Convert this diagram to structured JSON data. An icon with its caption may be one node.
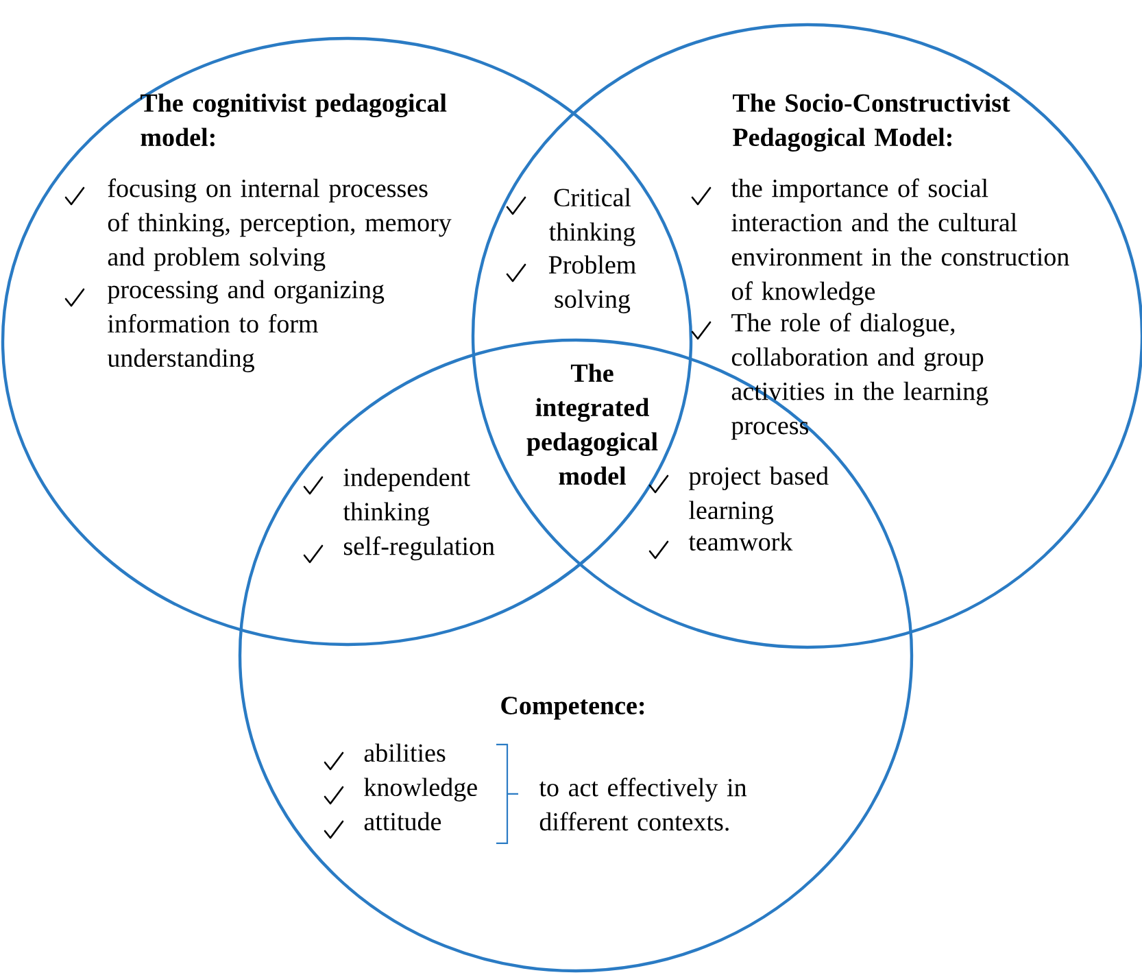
{
  "diagram": {
    "nodes": [
      {
        "text": [
          "The cognitivist pedagogical model:",
          "focusing on internal processes of thinking, perception, memory and problem solving",
          "processing and organizing information to form understanding"
        ]
      },
      {
        "text": [
          "The Socio-Constructivist Pedagogical Model:",
          "the importance of social interaction and the cultural environment in the construction of knowledge",
          "The role of dialogue, collaboration and group activities in the learning process"
        ]
      },
      {
        "text": [
          "Competence:",
          "abilities",
          "knowledge",
          "attitude"
        ]
      }
    ],
    "labels": [
      "Critical thinking",
      "Problem solving",
      "The integrated pedagogical model",
      "independent thinking",
      "self-regulation",
      "project based learning",
      "teamwork",
      "to act effectively in different contexts."
    ]
  }
}
